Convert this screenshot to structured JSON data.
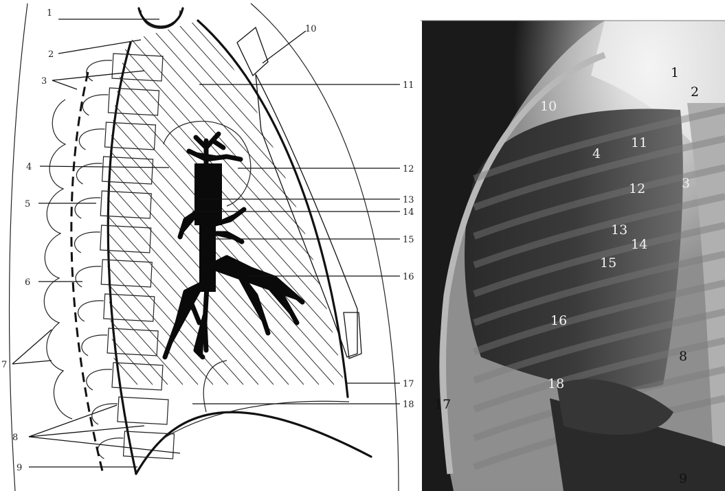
{
  "drawing": {
    "labels": [
      "1",
      "2",
      "3",
      "4",
      "5",
      "6",
      "7",
      "8",
      "9",
      "10",
      "11",
      "12",
      "13",
      "14",
      "15",
      "16",
      "17",
      "18"
    ]
  },
  "radiograph": {
    "labels": [
      "1",
      "2",
      "3",
      "4",
      "8",
      "9",
      "10",
      "11",
      "12",
      "13",
      "14",
      "15",
      "16",
      "17",
      "18"
    ]
  }
}
